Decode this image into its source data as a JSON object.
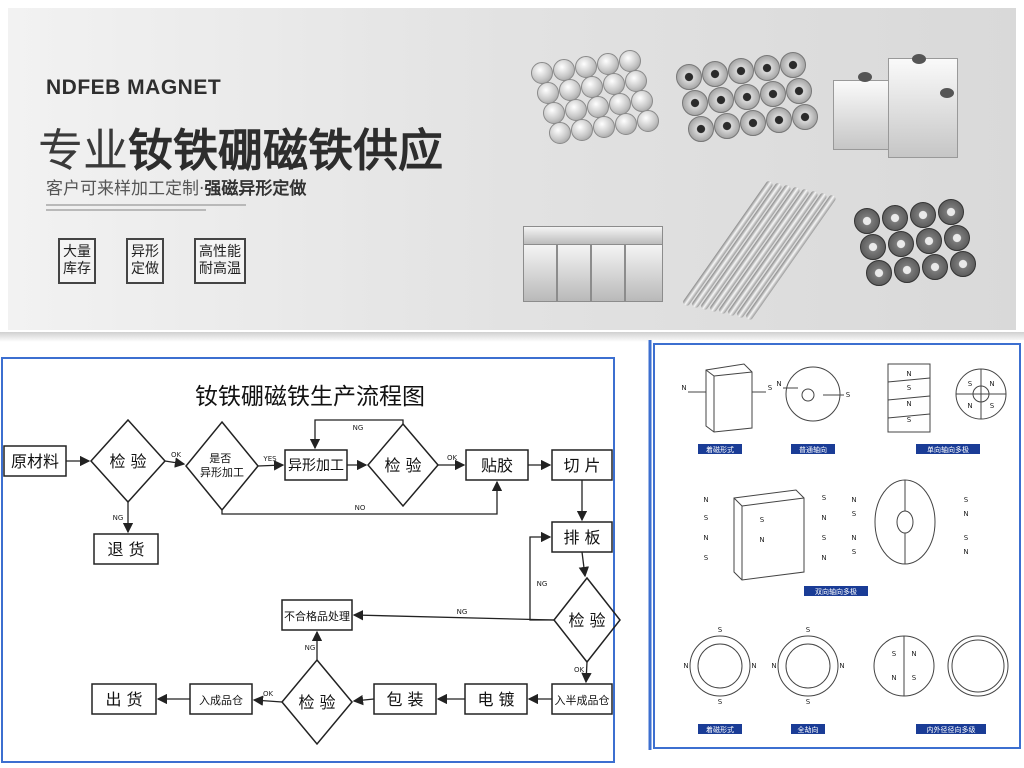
{
  "banner": {
    "en_title": "NDFEB MAGNET",
    "cn_title_lead": "专业",
    "cn_title_strong": "钕铁硼磁铁供应",
    "subtitle_plain": "客户可来样加工定制·",
    "subtitle_strong": "强磁异形定做",
    "features": [
      "大量\n库存",
      "异形\n定做",
      "高性能\n耐高温"
    ]
  },
  "flowchart": {
    "title": "钕铁硼磁铁生产流程图",
    "nodes": {
      "raw": "原材料",
      "inspect1": "检 验",
      "shaped_q": "是否\n异形加工",
      "shaped": "异形加工",
      "inspect2": "检 验",
      "glue": "贴胶",
      "slice": "切 片",
      "return": "退 货",
      "arrange": "排 板",
      "inspect3": "检 验",
      "reject": "不合格品处理",
      "semi": "入半成品仓",
      "plating": "电 镀",
      "package": "包 装",
      "inspect4": "检 验",
      "finished": "入成品仓",
      "ship": "出 货"
    },
    "edge_labels": {
      "ok": "OK",
      "yes": "YES",
      "ng": "NG",
      "no": "NO"
    }
  },
  "polarization": {
    "legend_labels": [
      "着磁形式",
      "普通轴向",
      "单向轴向多极",
      "双向轴向多极",
      "着磁形式",
      "全劫向",
      "内外径径向多级"
    ],
    "pole_labels": {
      "n": "N",
      "s": "S"
    },
    "colors": {
      "legend_bg": "#1a3c96",
      "border": "#3c6fd0"
    }
  }
}
